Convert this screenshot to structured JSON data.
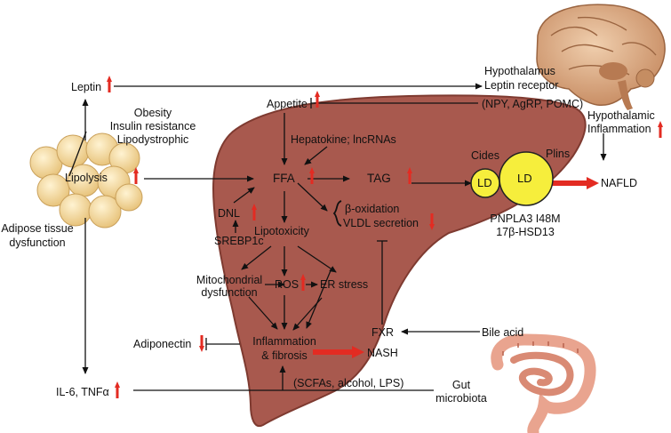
{
  "labels": {
    "leptin": "Leptin",
    "hypothalamus_line1": "Hypothalamus",
    "hypothalamus_line2": "Leptin receptor",
    "appetite": "Appetite",
    "neuropeptides": "(NPY, AgRP, POMC)",
    "hypothalamic_inflammation_line1": "Hypothalamic",
    "hypothalamic_inflammation_line2": "Inflammation",
    "obesity": "Obesity",
    "insulin_resistance": "Insulin resistance",
    "lipodystrophic": "Lipodystrophic",
    "lipolysis": "Lipolysis",
    "hepatokine": "Hepatokine; lncRNAs",
    "ffa": "FFA",
    "tag": "TAG",
    "cides": "Cides",
    "plins": "Plins",
    "ld_small": "LD",
    "ld_large": "LD",
    "nafld": "NAFLD",
    "pnpla3": "PNPLA3 I48M",
    "hsd13": "17β-HSD13",
    "beta_oxidation": "β-oxidation",
    "vldl": "VLDL secretion",
    "dnl": "DNL",
    "lipotoxicity": "Lipotoxicity",
    "srebp": "SREBP1c",
    "adipose_line1": "Adipose tissue",
    "adipose_line2": "dysfunction",
    "mito_line1": "Mitochondrial",
    "mito_line2": "dysfunction",
    "ros": "ROS",
    "er_stress": "ER stress",
    "adiponectin": "Adiponectin",
    "inflammation_line1": "Inflammation",
    "inflammation_line2": "& fibrosis",
    "nash": "NASH",
    "fxr": "FXR",
    "bile_acid": "Bile acid",
    "il6": "IL-6, TNFα",
    "scfas": "(SCFAs, alcohol, LPS)",
    "gut_line1": "Gut",
    "gut_line2": "microbiota"
  },
  "colors": {
    "liver": "#a8594e",
    "liver_edge": "#7e3a30",
    "up_arrow": "#e32b22",
    "lipid_droplet": "#f6ee3c",
    "adipocyte": "#f2d79e",
    "brain": "#d9b08c",
    "gut": "#e9a48f"
  },
  "icons": [
    "brain-icon",
    "adipocyte-cluster-icon",
    "liver-shape",
    "gut-icon"
  ]
}
